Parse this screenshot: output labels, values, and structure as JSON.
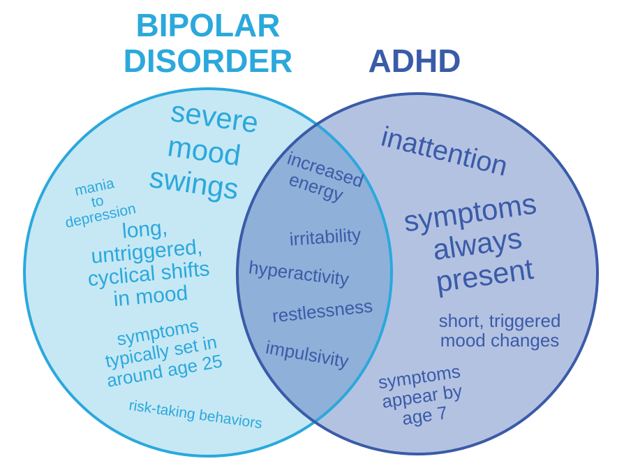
{
  "titles": {
    "left_line1": "BIPOLAR",
    "left_line2": "DISORDER",
    "right": "ADHD"
  },
  "bipolar": {
    "severe_line1": "severe",
    "severe_line2": "mood",
    "severe_line3": "swings",
    "mania_line1": "mania",
    "mania_line2": "to",
    "mania_line3": "depression",
    "shifts_line1": "long,",
    "shifts_line2": "untriggered,",
    "shifts_line3": "cyclical shifts",
    "shifts_line4": "in mood",
    "onset_line1": "symptoms",
    "onset_line2": "typically set in",
    "onset_line3": "around age 25",
    "risk": "risk-taking behaviors"
  },
  "shared": {
    "energy_line1": "increased",
    "energy_line2": "energy",
    "irritability": "irritability",
    "hyperactivity": "hyperactivity",
    "restlessness": "restlessness",
    "impulsivity": "impulsivity"
  },
  "adhd": {
    "inattention": "inattention",
    "present_line1": "symptoms",
    "present_line2": "always",
    "present_line3": "present",
    "short_line1": "short, triggered",
    "short_line2": "mood changes",
    "appear_line1": "symptoms",
    "appear_line2": "appear by",
    "appear_line3": "age 7"
  },
  "colors": {
    "bipolar_title": "#2ba8dc",
    "bipolar_fill": "#c6e8f5",
    "bipolar_stroke": "#2ba8dc",
    "bipolar_text": "#2ba8dc",
    "adhd_title": "#3a5ba8",
    "adhd_fill": "#b4c2e2",
    "adhd_stroke": "#3a5ba8",
    "adhd_text": "#3a5ba8",
    "overlap_fill": "#8fb0d8"
  }
}
